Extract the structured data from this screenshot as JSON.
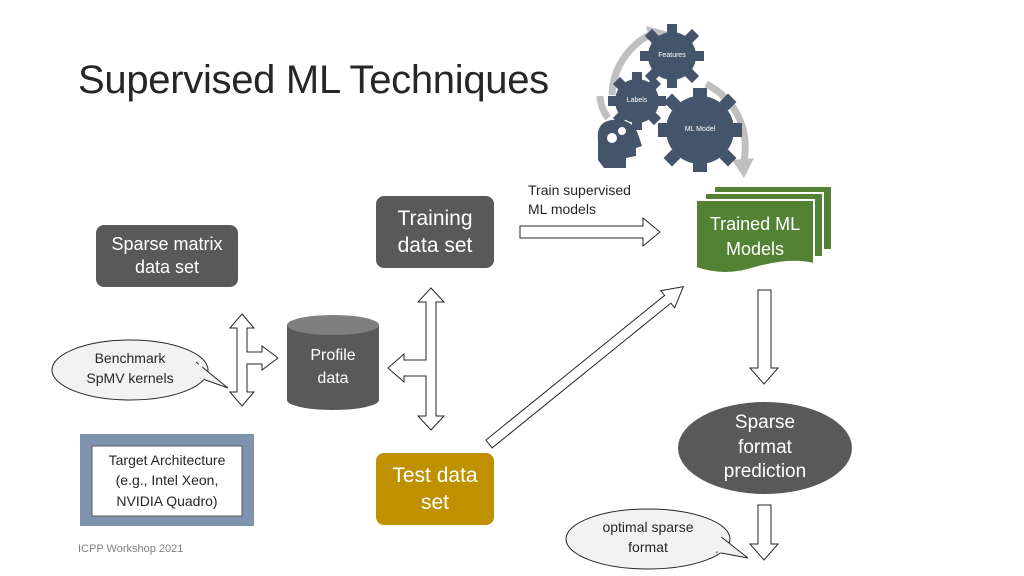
{
  "title": "Supervised ML Techniques",
  "gears": {
    "features": "Features",
    "labels": "Labels",
    "ml_model": "ML Model"
  },
  "nodes": {
    "sparse_matrix": "Sparse matrix\ndata set",
    "training": "Training\ndata set",
    "profile": "Profile\ndata",
    "test": "Test data\nset",
    "trained_models": "Trained ML\nModels",
    "prediction": "Sparse\nformat\nprediction",
    "target_arch": "Target Architecture\n(e.g., Intel Xeon,\nNVIDIA Quadro)"
  },
  "callouts": {
    "benchmark": "Benchmark\nSpMV kernels",
    "optimal": "optimal sparse\nformat"
  },
  "annotations": {
    "train_label": "Train supervised\nML models"
  },
  "footer": "ICPP Workshop 2021",
  "colors": {
    "dark_gray": "#595959",
    "gold": "#bf9000",
    "green": "#548235",
    "gear_navy": "#44546a",
    "target_border": "#7f92ae"
  }
}
